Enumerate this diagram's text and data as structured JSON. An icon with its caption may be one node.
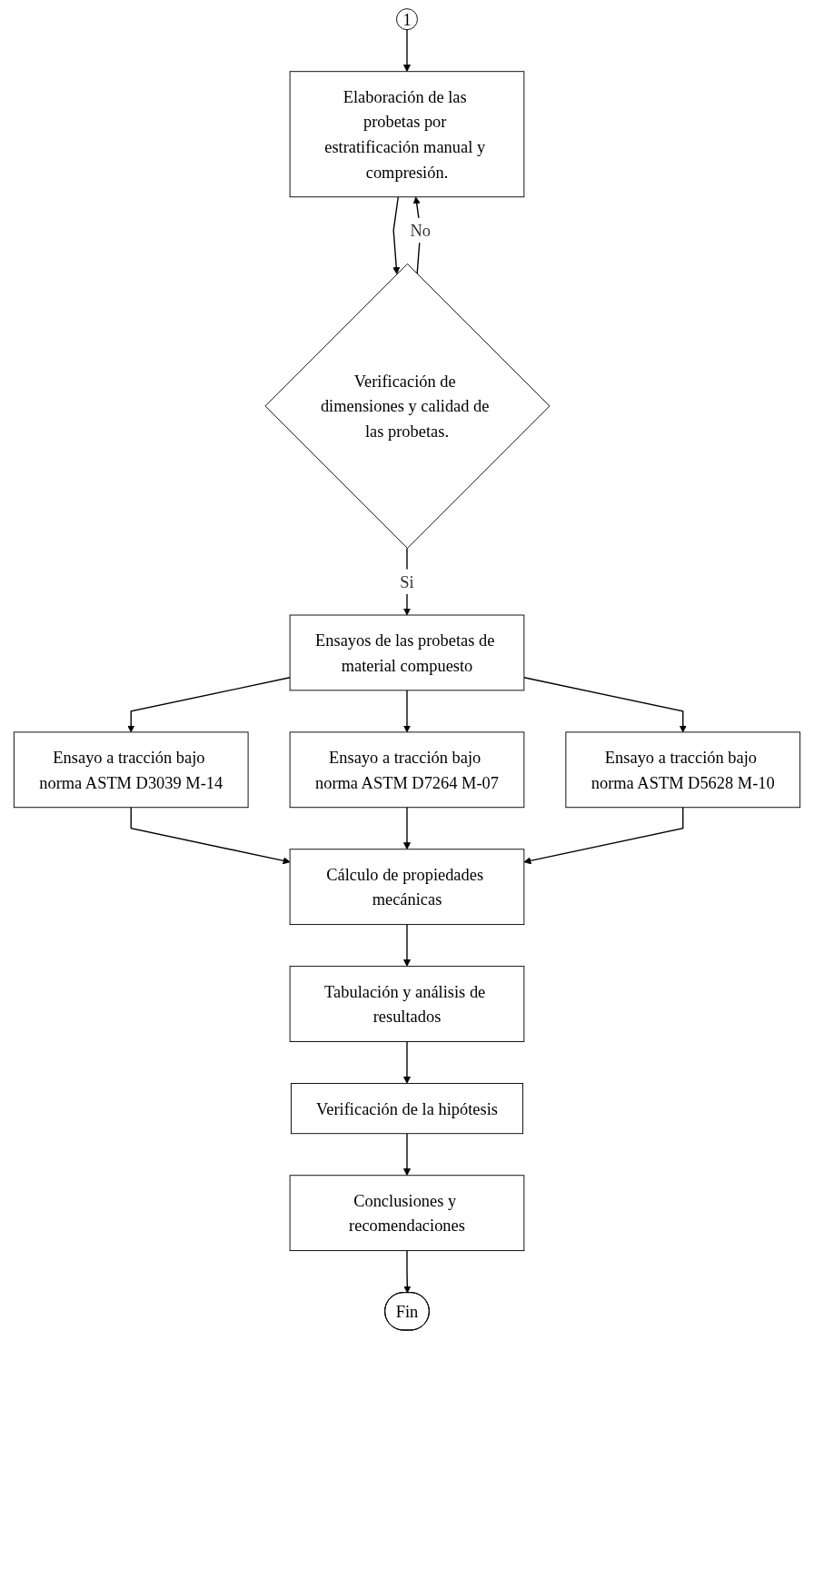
{
  "diagram": {
    "nodes": [
      {
        "text": [
          "1"
        ]
      },
      {
        "text": [
          "Elaboración de las probetas por estratificación manual y compresión."
        ]
      },
      {
        "text": [
          "Verificación de dimensiones y calidad de las probetas."
        ]
      },
      {
        "text": [
          "Ensayos de las probetas de material compuesto"
        ]
      },
      {
        "text": [
          "Ensayo a tracción bajo norma ASTM D3039 M-14"
        ]
      },
      {
        "text": [
          "Ensayo a tracción bajo norma ASTM D7264 M-07"
        ]
      },
      {
        "text": [
          "Ensayo a tracción bajo norma ASTM D5628 M-10"
        ]
      },
      {
        "text": [
          "Cálculo de propiedades mecánicas"
        ]
      },
      {
        "text": [
          "Tabulación y análisis de resultados"
        ]
      },
      {
        "text": [
          "Verificación de la hipótesis"
        ]
      },
      {
        "text": [
          "Conclusiones y recomendaciones"
        ]
      },
      {
        "text": [
          "Fin"
        ]
      }
    ],
    "edges": [
      {
        "from": 0,
        "to": 1,
        "arrow": "to"
      },
      {
        "from": 1,
        "to": 2,
        "arrow": "to"
      },
      {
        "from": 2,
        "to": 1,
        "arrow": "to",
        "label": "No"
      },
      {
        "from": 2,
        "to": 3,
        "arrow": "to",
        "label": "Si"
      },
      {
        "from": 3,
        "to": 4,
        "arrow": "to"
      },
      {
        "from": 3,
        "to": 5,
        "arrow": "to"
      },
      {
        "from": 3,
        "to": 6,
        "arrow": "to"
      },
      {
        "from": 4,
        "to": 7,
        "arrow": "to"
      },
      {
        "from": 5,
        "to": 7,
        "arrow": "to"
      },
      {
        "from": 6,
        "to": 7,
        "arrow": "to"
      },
      {
        "from": 7,
        "to": 8,
        "arrow": "to"
      },
      {
        "from": 8,
        "to": 9,
        "arrow": "to"
      },
      {
        "from": 9,
        "to": 10,
        "arrow": "to"
      },
      {
        "from": 10,
        "to": 11,
        "arrow": "to"
      }
    ]
  }
}
